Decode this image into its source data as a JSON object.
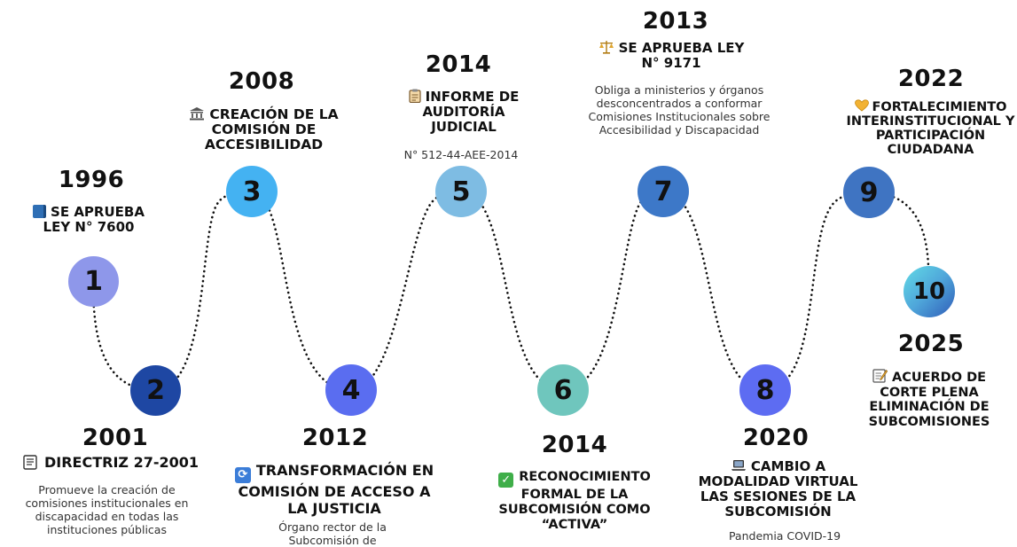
{
  "milestones": [
    {
      "number": "1",
      "year": "1996",
      "icon": "book-icon",
      "title": "SE APRUEBA LEY N° 7600",
      "description": ""
    },
    {
      "number": "2",
      "year": "2001",
      "icon": "document-icon",
      "title": "DIRECTRIZ 27-2001",
      "description": "Promueve la creación de comisiones institucionales en discapacidad en todas las instituciones públicas"
    },
    {
      "number": "3",
      "year": "2008",
      "icon": "bank-icon",
      "title": "CREACIÓN DE LA COMISIÓN DE ACCESIBILIDAD",
      "description": ""
    },
    {
      "number": "4",
      "year": "2012",
      "icon": "cycle-icon",
      "title": "TRANSFORMACIÓN EN COMISIÓN DE ACCESO A LA JUSTICIA",
      "description": "Órgano rector de la Subcomisión de"
    },
    {
      "number": "5",
      "year": "2014",
      "icon": "clipboard-icon",
      "title": "INFORME DE AUDITORÍA JUDICIAL",
      "description": "N° 512-44-AEE-2014"
    },
    {
      "number": "6",
      "year": "2014",
      "icon": "check-icon",
      "title": "RECONOCIMIENTO FORMAL DE LA SUBCOMISIÓN COMO “ACTIVA”",
      "description": ""
    },
    {
      "number": "7",
      "year": "2013",
      "icon": "scale-icon",
      "title": "SE APRUEBA LEY N° 9171",
      "description": "Obliga a ministerios y órganos desconcentrados a conformar Comisiones Institucionales sobre Accesibilidad y Discapacidad"
    },
    {
      "number": "8",
      "year": "2020",
      "icon": "laptop-icon",
      "title": "CAMBIO A MODALIDAD VIRTUAL LAS SESIONES DE LA SUBCOMISIÓN",
      "description": "Pandemia COVID-19"
    },
    {
      "number": "9",
      "year": "2022",
      "icon": "heart-icon",
      "title": "FORTALECIMIENTO INTERINSTITUCIONAL Y PARTICIPACIÓN CIUDADANA",
      "description": ""
    },
    {
      "number": "10",
      "year": "2025",
      "icon": "memo-icon",
      "title": "ACUERDO DE CORTE PLENA ELIMINACIÓN DE SUBCOMISIONES",
      "description": ""
    }
  ],
  "colors": {
    "c1": "#8e97ea",
    "c2": "#1e47a3",
    "c3": "#44b2f2",
    "c4": "#5a6df0",
    "c5": "#7ebce3",
    "c6": "#6fc6bd",
    "c7": "#3d78c8",
    "c8": "#5d6cf2",
    "c9": "#3f74c2",
    "c10_start": "#58d2e2",
    "c10_end": "#3a72c8",
    "path": "#111111"
  }
}
